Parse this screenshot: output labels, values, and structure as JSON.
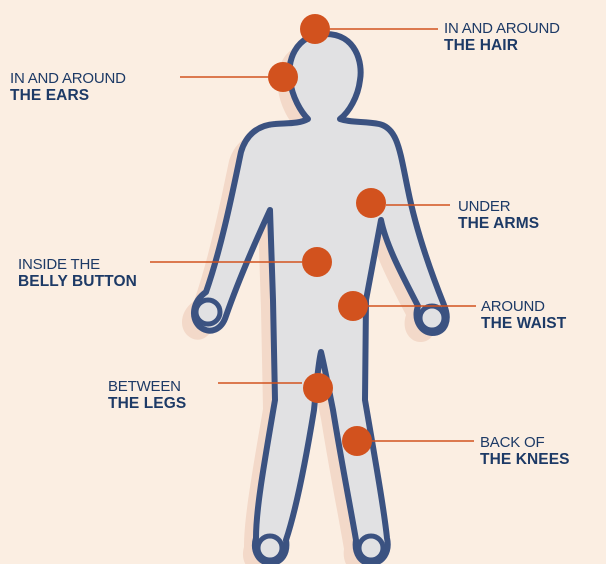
{
  "colors": {
    "background": "#fbeee2",
    "figure_fill": "#e1e1e3",
    "figure_shadow": "#f3d9c9",
    "outline": "#3b5281",
    "marker": "#d2521e",
    "leader_line": "#d2521e",
    "text": "#1d3a66"
  },
  "callouts": [
    {
      "id": "hair",
      "line1": "IN AND AROUND",
      "line2": "THE HAIR"
    },
    {
      "id": "ears",
      "line1": "IN AND AROUND",
      "line2": "THE EARS"
    },
    {
      "id": "arms",
      "line1": "UNDER",
      "line2": "THE ARMS"
    },
    {
      "id": "belly",
      "line1": "INSIDE THE",
      "line2": "BELLY BUTTON"
    },
    {
      "id": "waist",
      "line1": "AROUND",
      "line2": "THE WAIST"
    },
    {
      "id": "legs",
      "line1": "BETWEEN",
      "line2": "THE LEGS"
    },
    {
      "id": "knees",
      "line1": "BACK OF",
      "line2": "THE KNEES"
    }
  ]
}
